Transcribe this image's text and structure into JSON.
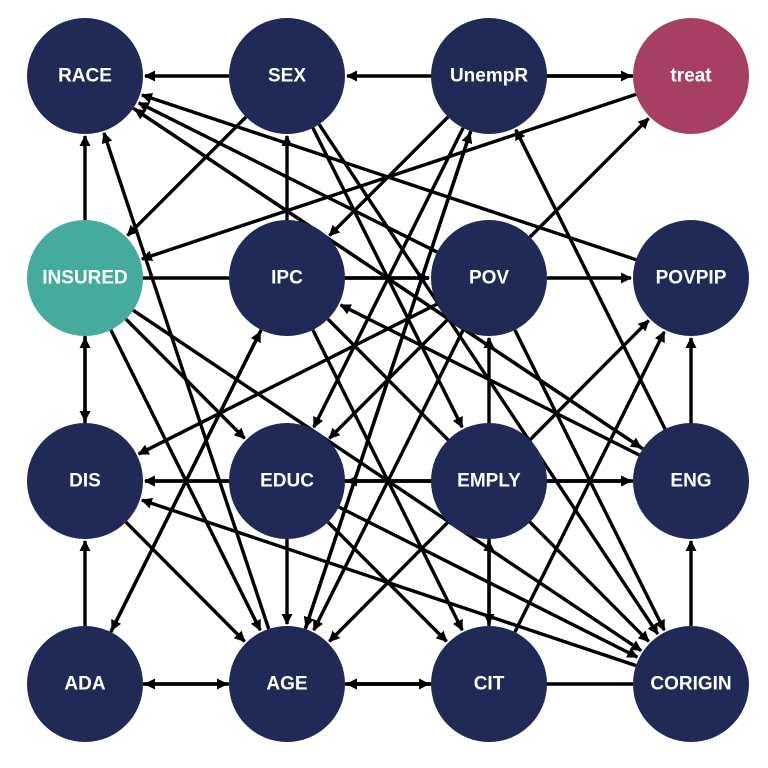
{
  "colors": {
    "default_node": "#212a57",
    "outcome_node": "#a73f64",
    "exposure_node": "#45ab9c",
    "edge": "#000000",
    "label": "#ffffff"
  },
  "nodes": [
    {
      "id": "RACE",
      "label": "RACE",
      "role": "default"
    },
    {
      "id": "SEX",
      "label": "SEX",
      "role": "default"
    },
    {
      "id": "UnempR",
      "label": "UnempR",
      "role": "default"
    },
    {
      "id": "treat",
      "label": "treat",
      "role": "outcome"
    },
    {
      "id": "INSURED",
      "label": "INSURED",
      "role": "exposure"
    },
    {
      "id": "IPC",
      "label": "IPC",
      "role": "default"
    },
    {
      "id": "POV",
      "label": "POV",
      "role": "default"
    },
    {
      "id": "POVPIP",
      "label": "POVPIP",
      "role": "default"
    },
    {
      "id": "DIS",
      "label": "DIS",
      "role": "default"
    },
    {
      "id": "EDUC",
      "label": "EDUC",
      "role": "default"
    },
    {
      "id": "EMPLY",
      "label": "EMPLY",
      "role": "default"
    },
    {
      "id": "ENG",
      "label": "ENG",
      "role": "default"
    },
    {
      "id": "ADA",
      "label": "ADA",
      "role": "default"
    },
    {
      "id": "AGE",
      "label": "AGE",
      "role": "default"
    },
    {
      "id": "CIT",
      "label": "CIT",
      "role": "default"
    },
    {
      "id": "CORIGIN",
      "label": "CORIGIN",
      "role": "default"
    }
  ],
  "edges": [
    {
      "from": "SEX",
      "to": "RACE"
    },
    {
      "from": "UnempR",
      "to": "treat"
    },
    {
      "from": "INSURED",
      "to": "RACE"
    },
    {
      "from": "INSURED",
      "to": "DIS"
    },
    {
      "from": "DIS",
      "to": "INSURED"
    },
    {
      "from": "ADA",
      "to": "DIS"
    },
    {
      "from": "ADA",
      "to": "AGE"
    },
    {
      "from": "AGE",
      "to": "ADA"
    },
    {
      "from": "AGE",
      "to": "CIT"
    },
    {
      "from": "CIT",
      "to": "AGE"
    },
    {
      "from": "CORIGIN",
      "to": "ENG"
    },
    {
      "from": "ENG",
      "to": "POVPIP"
    },
    {
      "from": "POV",
      "to": "POVPIP"
    },
    {
      "from": "EMPLY",
      "to": "POV"
    },
    {
      "from": "EMPLY",
      "to": "EDUC"
    },
    {
      "from": "EMPLY",
      "to": "ENG"
    },
    {
      "from": "EDUC",
      "to": "DIS"
    },
    {
      "from": "EDUC",
      "to": "AGE"
    },
    {
      "from": "EMPLY",
      "to": "CIT"
    },
    {
      "from": "CIT",
      "to": "EMPLY"
    },
    {
      "from": "IPC",
      "to": "POV"
    },
    {
      "from": "IPC",
      "to": "SEX"
    },
    {
      "from": "IPC",
      "to": "ADA"
    },
    {
      "from": "POV",
      "to": "RACE"
    },
    {
      "from": "POVPIP",
      "to": "RACE"
    },
    {
      "from": "ENG",
      "to": "RACE"
    },
    {
      "from": "treat",
      "to": "INSURED"
    },
    {
      "from": "treat",
      "to": "SEX"
    },
    {
      "from": "SEX",
      "to": "EMPLY"
    },
    {
      "from": "SEX",
      "to": "INSURED"
    },
    {
      "from": "UnempR",
      "to": "AGE"
    },
    {
      "from": "UnempR",
      "to": "EDUC"
    },
    {
      "from": "UnempR",
      "to": "IPC"
    },
    {
      "from": "ENG",
      "to": "UnempR"
    },
    {
      "from": "POV",
      "to": "treat"
    },
    {
      "from": "INSURED",
      "to": "EDUC"
    },
    {
      "from": "INSURED",
      "to": "AGE"
    },
    {
      "from": "INSURED",
      "to": "CORIGIN"
    },
    {
      "from": "INSURED",
      "to": "POV"
    },
    {
      "from": "AGE",
      "to": "RACE"
    },
    {
      "from": "ADA",
      "to": "IPC"
    },
    {
      "from": "EDUC",
      "to": "CIT"
    },
    {
      "from": "EDUC",
      "to": "CORIGIN"
    },
    {
      "from": "EDUC",
      "to": "ENG"
    },
    {
      "from": "ENG",
      "to": "IPC"
    },
    {
      "from": "ENG",
      "to": "DIS"
    },
    {
      "from": "POV",
      "to": "EDUC"
    },
    {
      "from": "POV",
      "to": "DIS"
    },
    {
      "from": "POV",
      "to": "AGE"
    },
    {
      "from": "POV",
      "to": "CORIGIN"
    },
    {
      "from": "EMPLY",
      "to": "POVPIP"
    },
    {
      "from": "EMPLY",
      "to": "AGE"
    },
    {
      "from": "CIT",
      "to": "POVPIP"
    },
    {
      "from": "CORIGIN",
      "to": "DIS"
    },
    {
      "from": "CORIGIN",
      "to": "AGE"
    },
    {
      "from": "DIS",
      "to": "AGE"
    },
    {
      "from": "IPC",
      "to": "CIT"
    },
    {
      "from": "IPC",
      "to": "CORIGIN"
    },
    {
      "from": "RACE",
      "to": "ENG"
    },
    {
      "from": "SEX",
      "to": "CORIGIN"
    },
    {
      "from": "AGE",
      "to": "UnempR"
    }
  ]
}
